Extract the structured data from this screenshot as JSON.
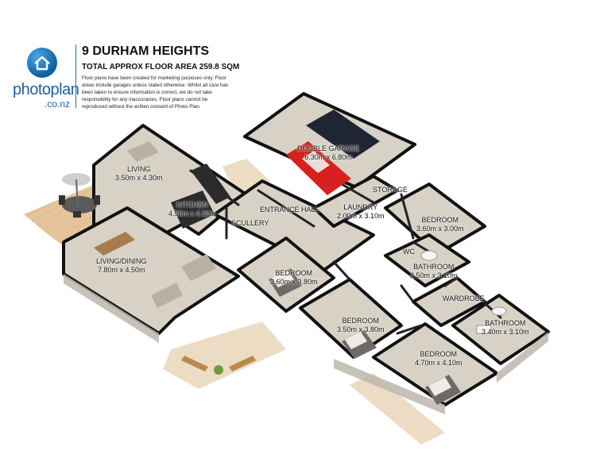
{
  "brand": {
    "name": "photoplan",
    "domain": ".co.nz",
    "logo_icon": "house-icon"
  },
  "header": {
    "title": "9 DURHAM HEIGHTS",
    "floor_area": "TOTAL APPROX FLOOR AREA 259.8 SQM",
    "disclaimer": "Floor plans have been created for marketing purposes only. Floor areas include garages unless stated otherwise. Whilst all care has been taken to ensure information is correct, we do not take responsibility for any inaccuracies. Floor plans cannot be reproduced without the written consent of Photo Plan."
  },
  "rooms": [
    {
      "name": "LIVING",
      "size": "3.50m x 4.30m"
    },
    {
      "name": "KITCHEN",
      "size": "4.50m x 4.30m"
    },
    {
      "name": "SCULLERY",
      "size": ""
    },
    {
      "name": "ENTRANCE HALL",
      "size": ""
    },
    {
      "name": "DOUBLE GARAGE",
      "size": "6.30m x 6.80m"
    },
    {
      "name": "STORAGE",
      "size": ""
    },
    {
      "name": "LAUNDRY",
      "size": "2.00m x 3.10m"
    },
    {
      "name": "BEDROOM",
      "size": "3.60m x 3.00m"
    },
    {
      "name": "LIVING/DINING",
      "size": "7.80m x 4.50m"
    },
    {
      "name": "WC",
      "size": ""
    },
    {
      "name": "BATHROOM",
      "size": "2.50m x 3.10m"
    },
    {
      "name": "BEDROOM",
      "size": "3.60m x 3.80m"
    },
    {
      "name": "WARDROBE",
      "size": ""
    },
    {
      "name": "BEDROOM",
      "size": "3.50m x 3.80m"
    },
    {
      "name": "BATHROOM",
      "size": "3.40m x 3.10m"
    },
    {
      "name": "BEDROOM",
      "size": "4.70m x 4.10m"
    }
  ],
  "colors": {
    "brand_blue": "#1f5fa0",
    "wall": "#111111",
    "floor": "#d8d0c4",
    "deck": "#e8c9a3",
    "paving": "#efe2cc"
  }
}
